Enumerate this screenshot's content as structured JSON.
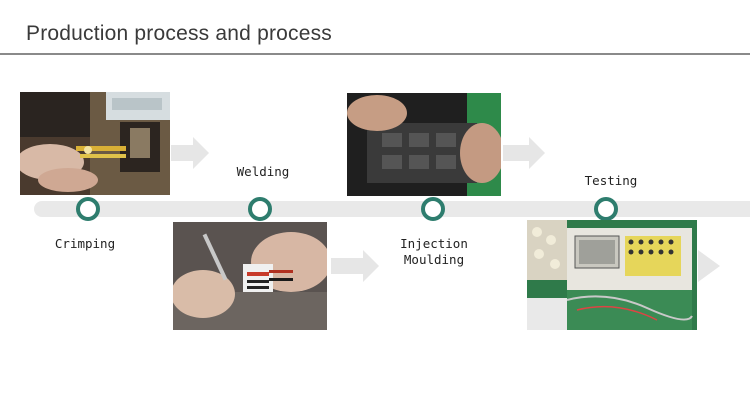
{
  "page": {
    "title": "Production process and process"
  },
  "steps": [
    {
      "label": "Crimping"
    },
    {
      "label": "Welding"
    },
    {
      "label": "Injection",
      "label2": "Moulding"
    },
    {
      "label": "Testing"
    }
  ],
  "icons": {
    "arrow": "right-arrow-icon"
  },
  "colors": {
    "accent": "#2e7d6e",
    "track": "#e9e9e9",
    "rule": "#8a8a8a",
    "arrow": "#e6e6e6"
  }
}
